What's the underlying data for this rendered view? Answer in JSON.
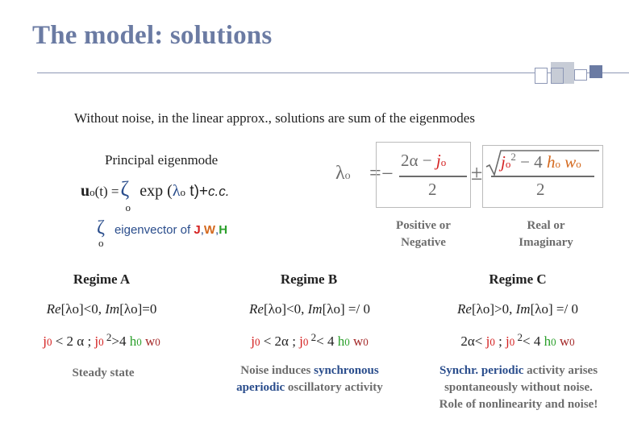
{
  "title": "The model: solutions",
  "intro": "Without noise, in the linear approx., solutions are  sum of the eigenmodes",
  "principal": {
    "label": "Principal eigenmode",
    "u": "u",
    "u_sub": "o",
    "u_rest": "(t) =",
    "zeta": "ζ",
    "zeta_sub": "o",
    "exp": "exp (",
    "lambda": "λ",
    "lambda_sub": "o",
    "t_close": " t)+",
    "cc": "c.c."
  },
  "eigenvector": {
    "zeta": "ζ",
    "zeta_sub": "o",
    "text": "eigenvector of ",
    "J": "J",
    "comma1": ",",
    "W": "W",
    "comma2": ",",
    "H": "H"
  },
  "formula": {
    "lhs": "λ",
    "lhs_sub": "o",
    "equals": "=",
    "minus": "−",
    "term1": "2α −",
    "j": "j",
    "j_sub": "o",
    "den1": "2",
    "pm": "±",
    "j2": "j",
    "j2_sub": "o",
    "j2_sup": "2",
    "minus2": "− 4",
    "h": "h",
    "h_sub": "o",
    "w": "w",
    "w_sub": "o",
    "den2": "2"
  },
  "labels": {
    "positive_1": "Positive or",
    "positive_2": "Negative",
    "real_1": "Real or",
    "real_2": "Imaginary"
  },
  "regimes": [
    {
      "title": "Regime A",
      "cond_re": "Re",
      "cond_1": "[λo]<0, ",
      "cond_im": "Im",
      "cond_2": "[λo]=0",
      "desc_lines": [
        "Steady state"
      ]
    },
    {
      "title": "Regime B",
      "cond_re": "Re",
      "cond_1": "[λo]<0, ",
      "cond_im": "Im",
      "cond_2": "[λo] =/ 0",
      "desc_1a": "Noise induces ",
      "desc_1b": "synchronous",
      "desc_2a": "aperiodic",
      "desc_2b": " oscillatory activity"
    },
    {
      "title": "Regime C",
      "cond_re": "Re",
      "cond_1": "[λo]>0, ",
      "cond_im": "Im",
      "cond_2": "[λo] =/ 0",
      "desc_1a": "Synchr. ",
      "desc_1b": "periodic",
      "desc_1c": " activity arises",
      "desc_2": "spontaneously without noise.",
      "desc_3": "Role of nonlinearity and noise!"
    }
  ],
  "ineq": {
    "a": {
      "j": "j",
      "sub": "0",
      "mid": " < 2 α ;  ",
      "j2": "j",
      "sub2": "0",
      "sup": " 2",
      "gt": ">",
      "four": "4 ",
      "h": "h",
      "hs": "0",
      "w": " w",
      "ws": "0"
    },
    "b": {
      "j": "j",
      "sub": "0",
      "mid": " < 2α ;  ",
      "j2": "j",
      "sub2": "0",
      "sup": " 2",
      "gt": "< 4 ",
      "h": "h",
      "hs": "0",
      "w": " w",
      "ws": "0"
    },
    "c": {
      "pre": "2α< ",
      "j": "j",
      "sub": "0",
      "mid": " ; ",
      "j2": "j",
      "sub2": "0",
      "sup": " 2",
      "gt": "< 4 ",
      "h": "h",
      "hs": "0",
      "w": " w",
      "ws": "0"
    }
  },
  "colors": {
    "title": "#6b7ba3",
    "red": "#d42020",
    "green": "#2ca02c",
    "blue": "#2a4d8c"
  }
}
